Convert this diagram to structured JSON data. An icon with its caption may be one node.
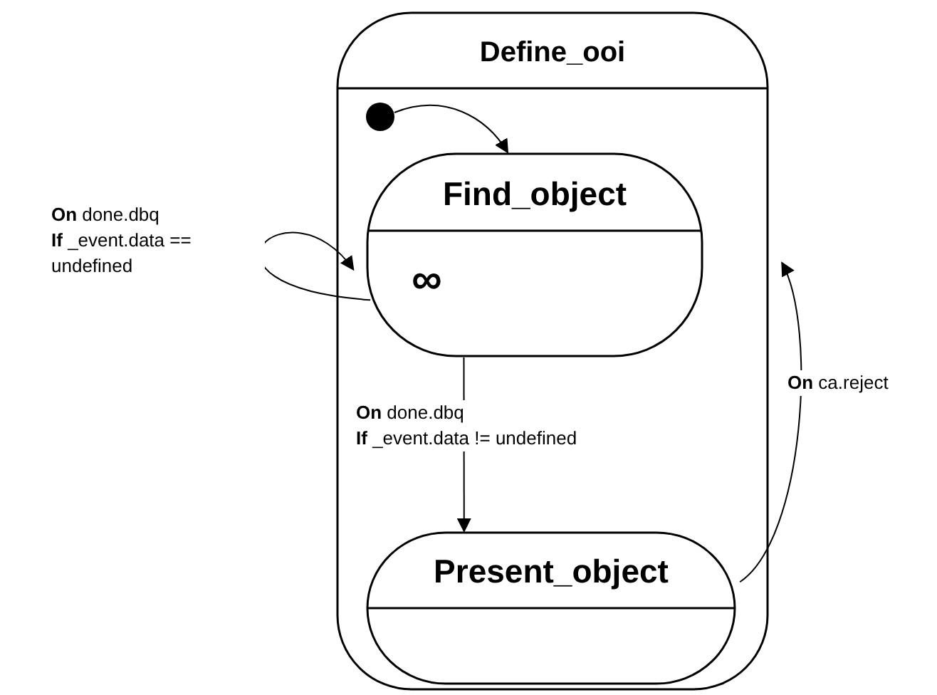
{
  "diagram": {
    "nodes": [
      {
        "text": [
          "Define_ooi"
        ]
      },
      {
        "text": [],
        "shape": "circle",
        "in": 0
      },
      {
        "text": [
          "Find_object",
          "∞"
        ],
        "in": 0
      },
      {
        "text": [
          "Present_object"
        ],
        "in": 0
      }
    ],
    "edges": [
      {
        "from": 1,
        "to": 2,
        "arrow": "to"
      },
      {
        "from": 2,
        "to": 0,
        "arrow": "to",
        "label": "**On** done.dbq **If** _event.data == undefined"
      },
      {
        "from": 2,
        "to": 3,
        "arrow": "to",
        "label": "**On** done.dbq **If** _event.data != undefined"
      },
      {
        "from": 3,
        "to": 0,
        "arrow": "to",
        "label": "**On** ca.reject"
      }
    ]
  }
}
